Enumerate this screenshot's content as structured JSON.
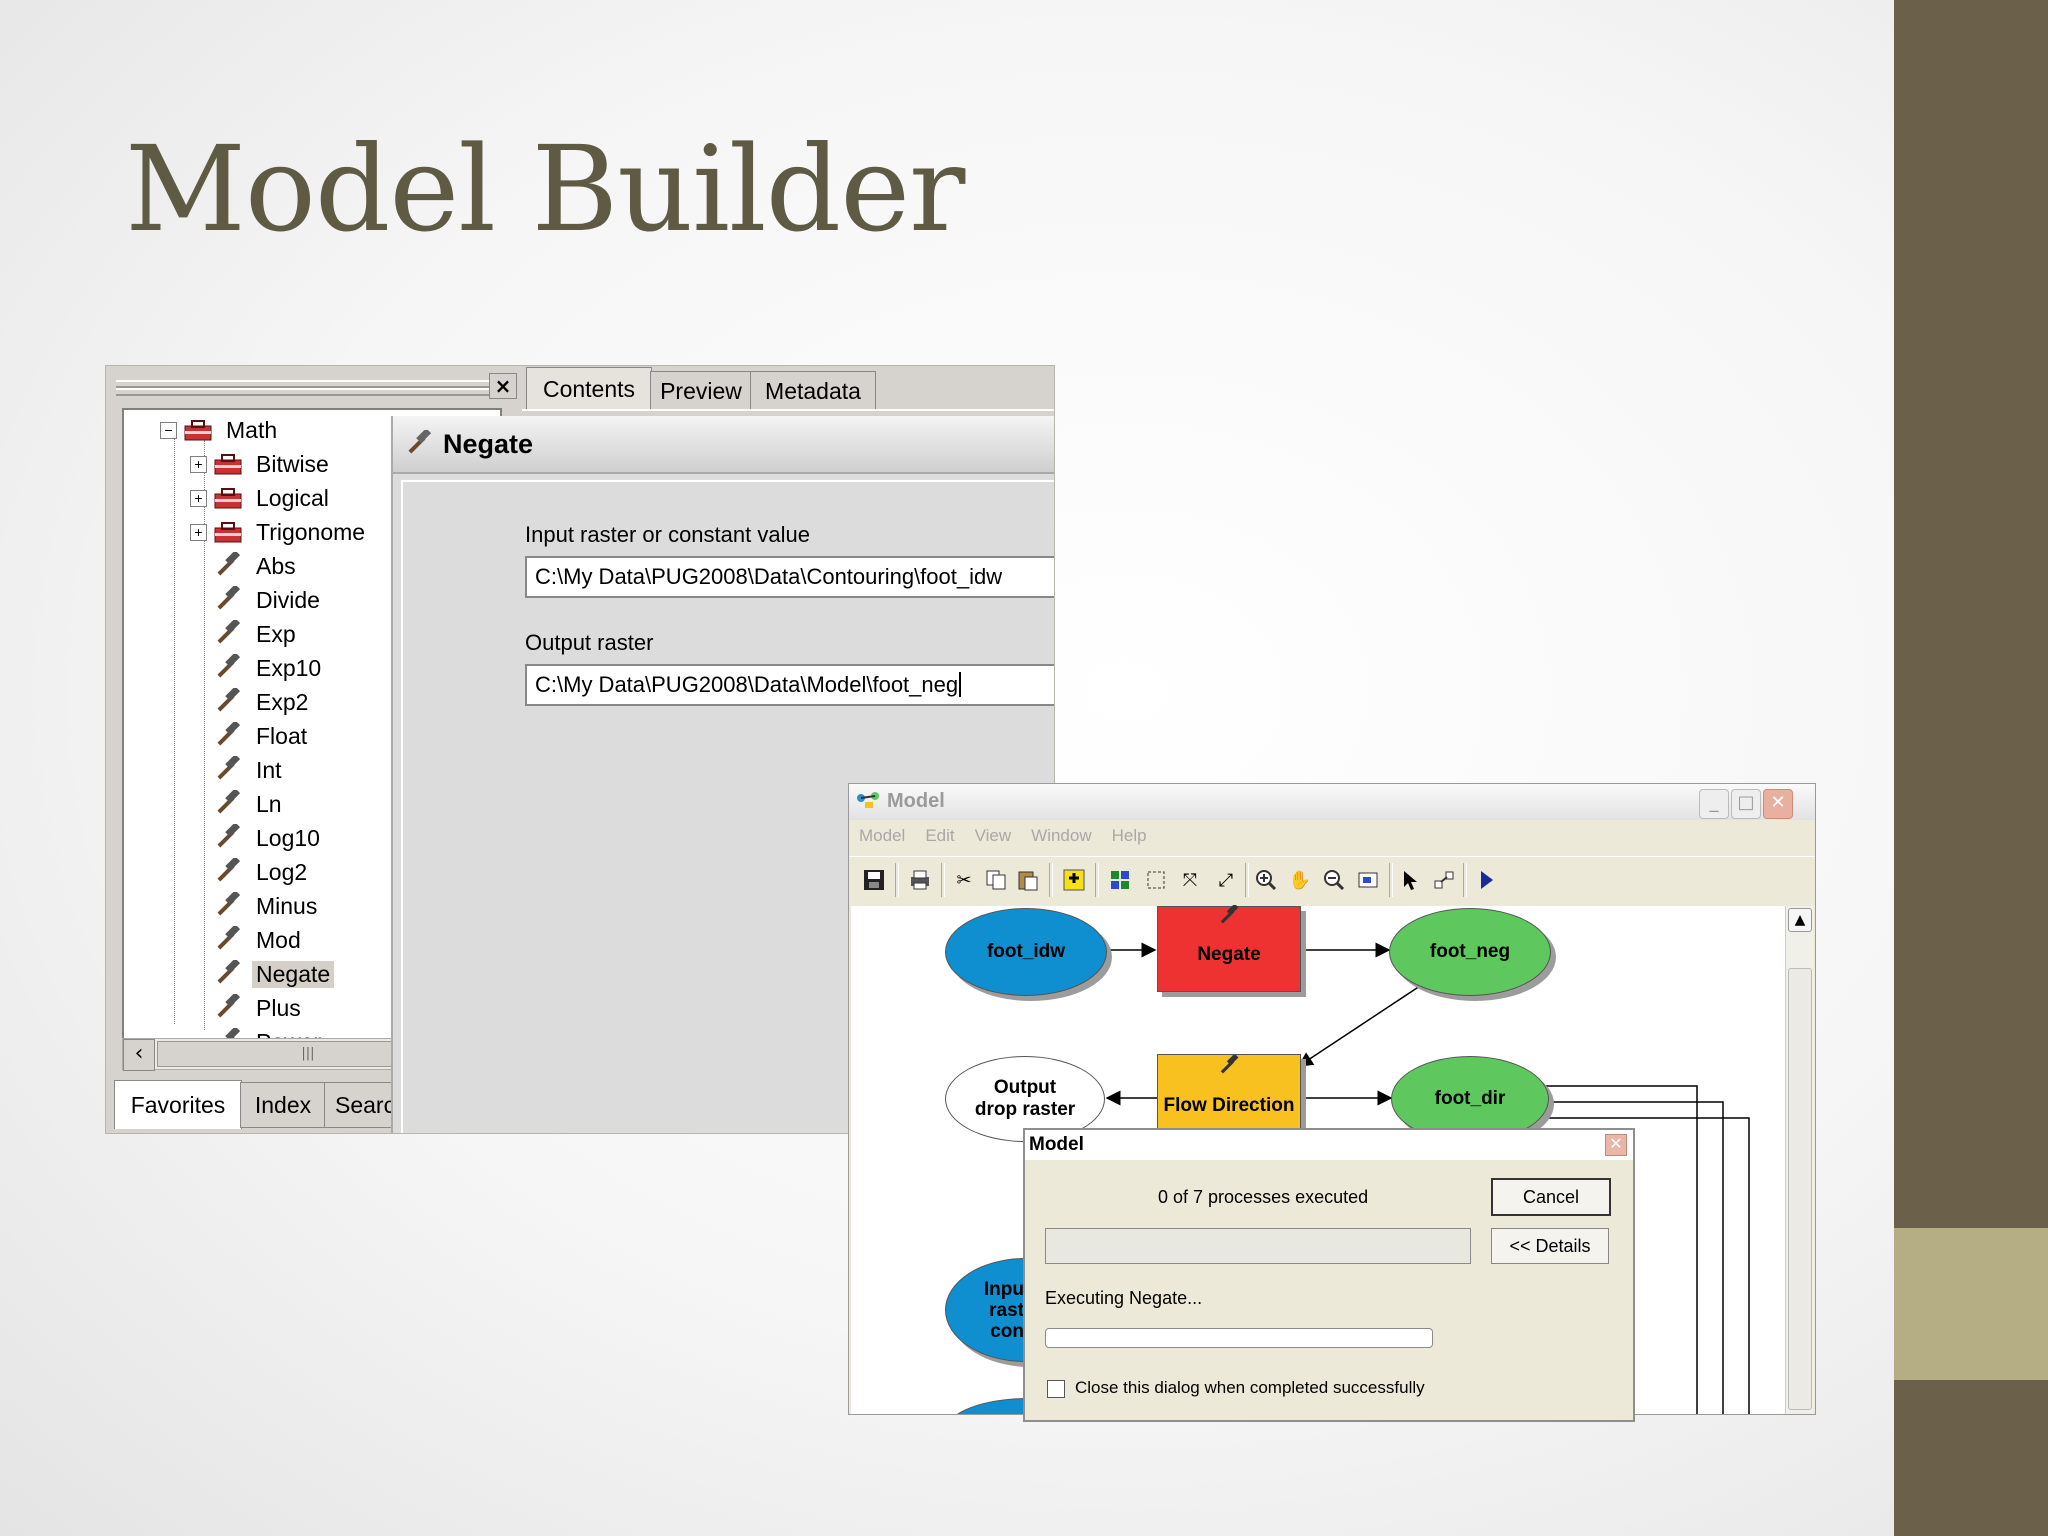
{
  "slide": {
    "title": "Model Builder"
  },
  "catalog": {
    "close_label": "×",
    "tree": [
      {
        "label": "Math",
        "type": "toolbox",
        "expander": "−"
      },
      {
        "label": "Bitwise",
        "type": "toolbox",
        "expander": "+"
      },
      {
        "label": "Logical",
        "type": "toolbox",
        "expander": "+"
      },
      {
        "label": "Trigonome",
        "type": "toolbox",
        "expander": "+"
      },
      {
        "label": "Abs",
        "type": "tool"
      },
      {
        "label": "Divide",
        "type": "tool"
      },
      {
        "label": "Exp",
        "type": "tool"
      },
      {
        "label": "Exp10",
        "type": "tool"
      },
      {
        "label": "Exp2",
        "type": "tool"
      },
      {
        "label": "Float",
        "type": "tool"
      },
      {
        "label": "Int",
        "type": "tool"
      },
      {
        "label": "Ln",
        "type": "tool"
      },
      {
        "label": "Log10",
        "type": "tool"
      },
      {
        "label": "Log2",
        "type": "tool"
      },
      {
        "label": "Minus",
        "type": "tool"
      },
      {
        "label": "Mod",
        "type": "tool"
      },
      {
        "label": "Negate",
        "type": "tool",
        "selected": true
      },
      {
        "label": "Plus",
        "type": "tool"
      },
      {
        "label": "Power",
        "type": "tool"
      }
    ],
    "bottom_tabs": [
      "Favorites",
      "Index",
      "Searc"
    ],
    "top_tabs": [
      "Contents",
      "Preview",
      "Metadata"
    ]
  },
  "negate_dialog": {
    "title": "Negate",
    "input_label": "Input raster or constant value",
    "input_value": "C:\\My Data\\PUG2008\\Data\\Contouring\\foot_idw",
    "output_label": "Output raster",
    "output_value": "C:\\My Data\\PUG2008\\Data\\Model\\foot_neg"
  },
  "model_window": {
    "title": "Model",
    "menu": [
      "Model",
      "Edit",
      "View",
      "Window",
      "Help"
    ],
    "toolbar_icons": [
      "save-icon",
      "print-icon",
      "cut-icon",
      "copy-icon",
      "paste-icon",
      "add-data-icon",
      "auto-layout-icon",
      "full-extent-icon",
      "zoom-in-fixed-icon",
      "zoom-out-fixed-icon",
      "zoom-in-icon",
      "pan-icon",
      "zoom-out-icon",
      "overview-icon",
      "select-icon",
      "connect-icon",
      "run-icon"
    ],
    "nodes": {
      "foot_idw": "foot_idw",
      "negate": "Negate",
      "foot_neg": "foot_neg",
      "output_drop_line1": "Output",
      "output_drop_line2": "drop raster",
      "flow_direction": "Flow Direction",
      "foot_dir": "foot_dir",
      "input_partial_1": "Inpu",
      "input_partial_2": "rast",
      "input_partial_3": "con"
    },
    "colors": {
      "blue": "#0f8fcf",
      "green": "#5ec85e",
      "red": "#ee3232",
      "yellow": "#f8c120"
    }
  },
  "progress_dialog": {
    "title": "Model",
    "status": "0 of 7 processes executed",
    "cancel": "Cancel",
    "details": "<< Details",
    "executing": "Executing Negate...",
    "checkbox_label": "Close this dialog when completed successfully",
    "checkbox_checked": false
  }
}
